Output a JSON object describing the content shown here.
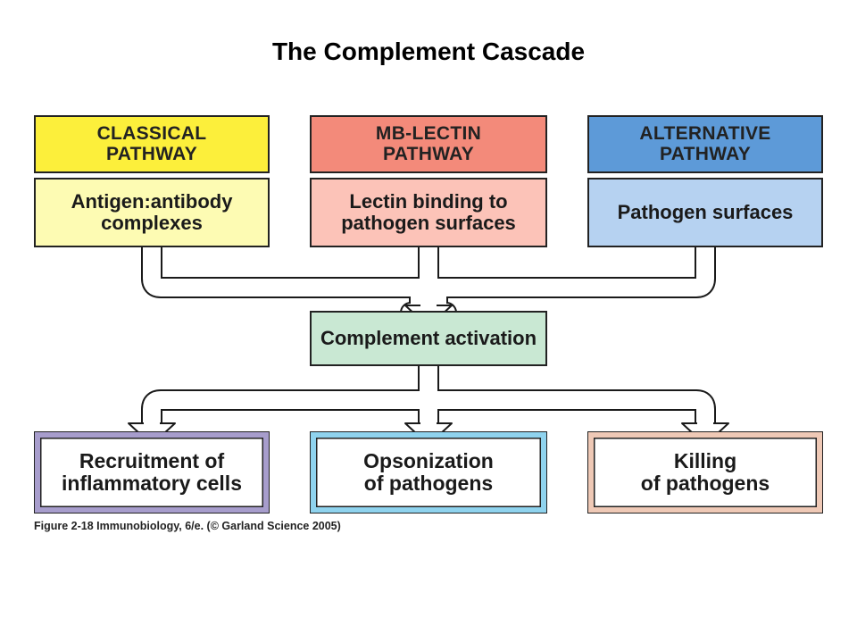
{
  "title": "The Complement Cascade",
  "pathways": [
    {
      "header": "CLASSICAL\nPATHWAY",
      "source": "Antigen:antibody\ncomplexes",
      "header_color": "#fcef3b",
      "source_color": "#fdfbb3"
    },
    {
      "header": "MB-LECTIN\nPATHWAY",
      "source": "Lectin binding to\npathogen surfaces",
      "header_color": "#f38a7a",
      "source_color": "#fcc3b8"
    },
    {
      "header": "ALTERNATIVE\nPATHWAY",
      "source": "Pathogen surfaces",
      "header_color": "#5d9ad8",
      "source_color": "#b6d2f1"
    }
  ],
  "activation": {
    "label": "Complement activation",
    "color": "#c9e8d3"
  },
  "outcomes": [
    {
      "label": "Recruitment of\ninflammatory cells",
      "border_color": "#a79dcc"
    },
    {
      "label": "Opsonization\nof pathogens",
      "border_color": "#8fd3ee"
    },
    {
      "label": "Killing\nof pathogens",
      "border_color": "#efc9b6"
    }
  ],
  "caption": "Figure 2-18 Immunobiology, 6/e. (© Garland Science 2005)"
}
